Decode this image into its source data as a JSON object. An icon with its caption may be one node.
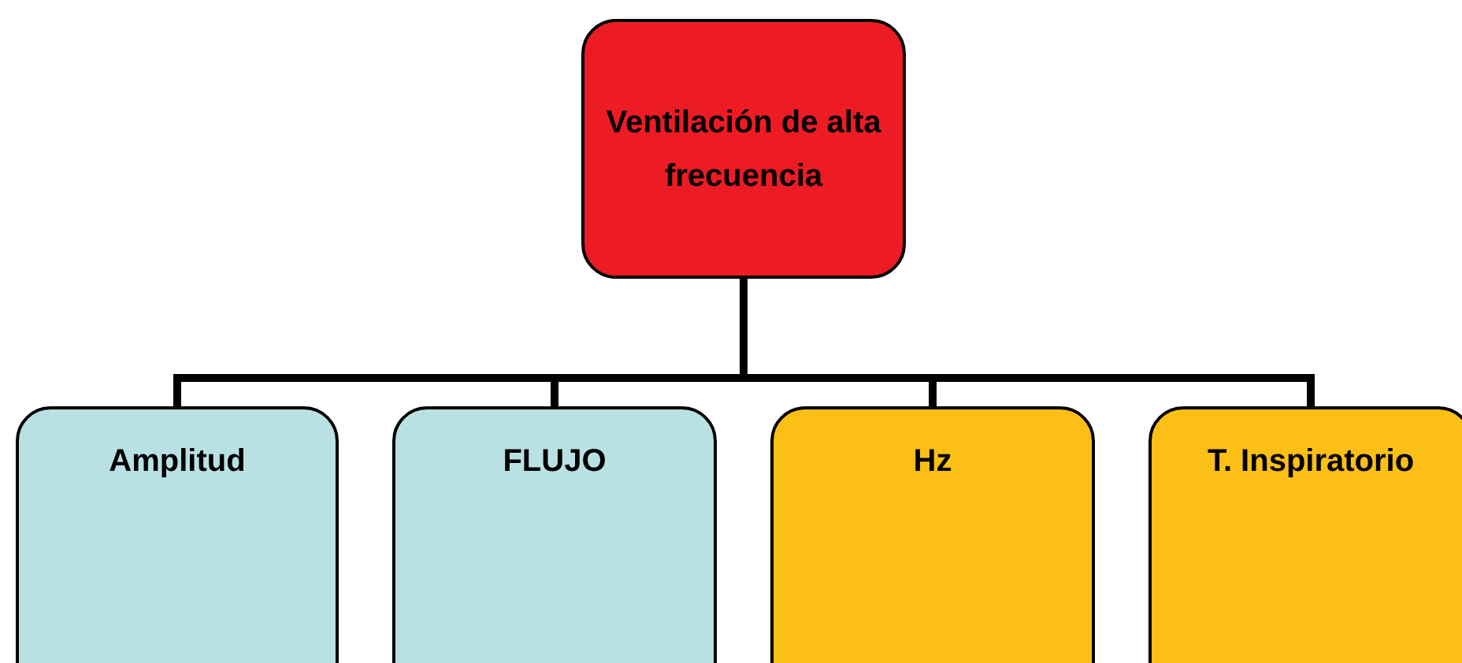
{
  "diagram": {
    "nodes": [
      {
        "text": [
          "Ventilación de alta frecuencia"
        ]
      },
      {
        "text": [
          "Amplitud"
        ]
      },
      {
        "text": [
          "FLUJO"
        ]
      },
      {
        "text": [
          "Hz"
        ]
      },
      {
        "text": [
          "T. Inspiratorio"
        ]
      }
    ],
    "edges": [
      {
        "from": 0,
        "to": 1,
        "arrow": "none"
      },
      {
        "from": 0,
        "to": 2,
        "arrow": "none"
      },
      {
        "from": 0,
        "to": 3,
        "arrow": "none"
      },
      {
        "from": 0,
        "to": 4,
        "arrow": "none"
      }
    ]
  }
}
